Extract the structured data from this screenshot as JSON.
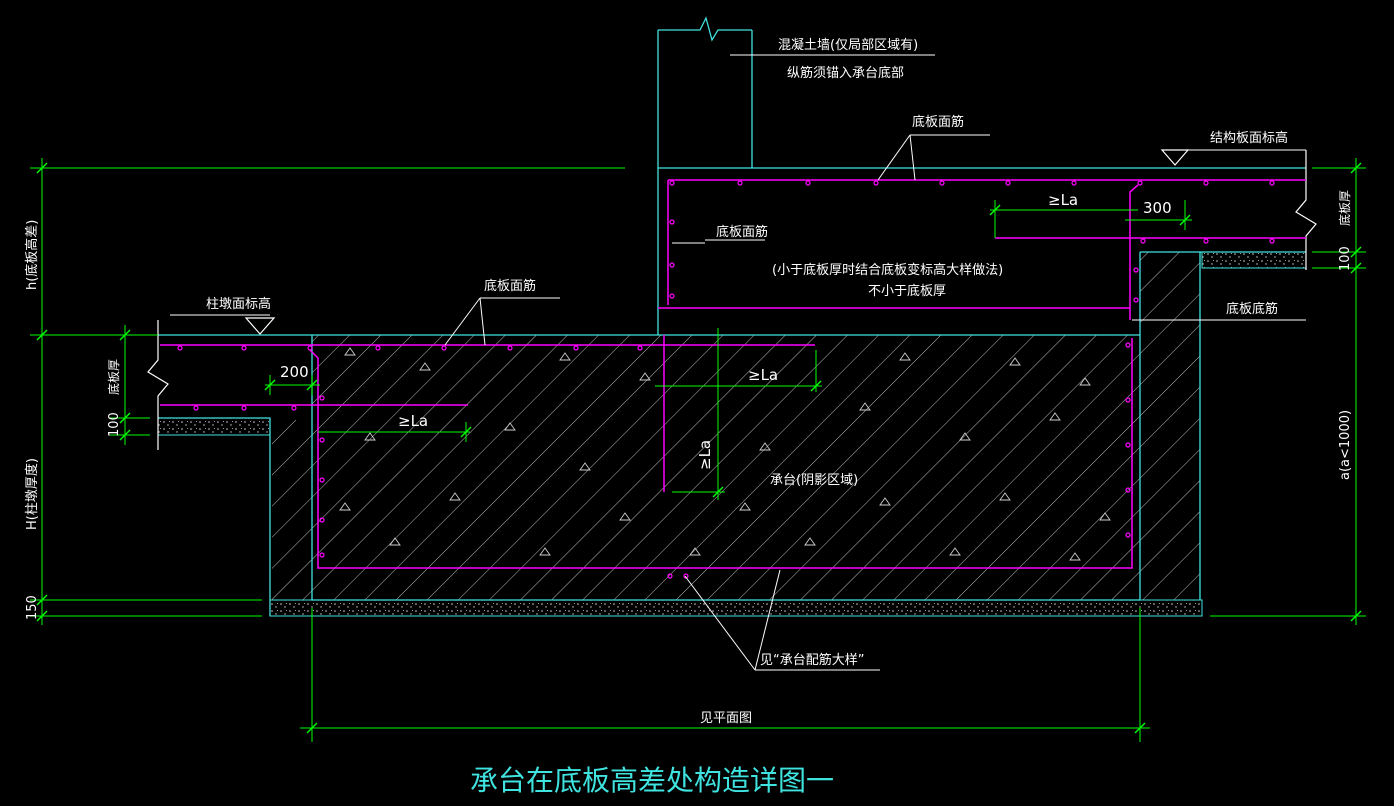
{
  "title": "承台在底板高差处构造详图一",
  "labels": {
    "wall_line1": "混凝土墙(仅局部区域有)",
    "wall_line2": "纵筋须锚入承台底部",
    "top_bar_right": "底板面筋",
    "struct_elev": "结构板面标高",
    "la_right": "≥La",
    "dim_300": "300",
    "top_bar_mid": "底板面筋",
    "note_line1": "(小于底板厚时结合底板变标高大样做法)",
    "note_line2": "不小于底板厚",
    "bottom_bar_right": "底板底筋",
    "top_bar_left": "底板面筋",
    "pilecap_elev": "柱墩面标高",
    "dim_200": "200",
    "la_mid": "≥La",
    "la_left": "≥La",
    "la_vertical": "≥La",
    "cap_label": "承台(阴影区域)",
    "see_detail": "见“承台配筋大样”",
    "see_plan": "见平面图",
    "h_diff": "h(底板高差)",
    "slab_thick_left": "底板厚",
    "dim_100_left": "100",
    "H_thick": "H(柱墩厚度)",
    "dim_150": "150",
    "slab_thick_right": "底板厚",
    "dim_100_right": "100",
    "a_label": "a(a<1000)"
  },
  "colors": {
    "green": "#00ff00",
    "cyan": "#3fe3df",
    "magenta": "#ff00ff",
    "white": "#ffffff",
    "background": "#000000"
  }
}
